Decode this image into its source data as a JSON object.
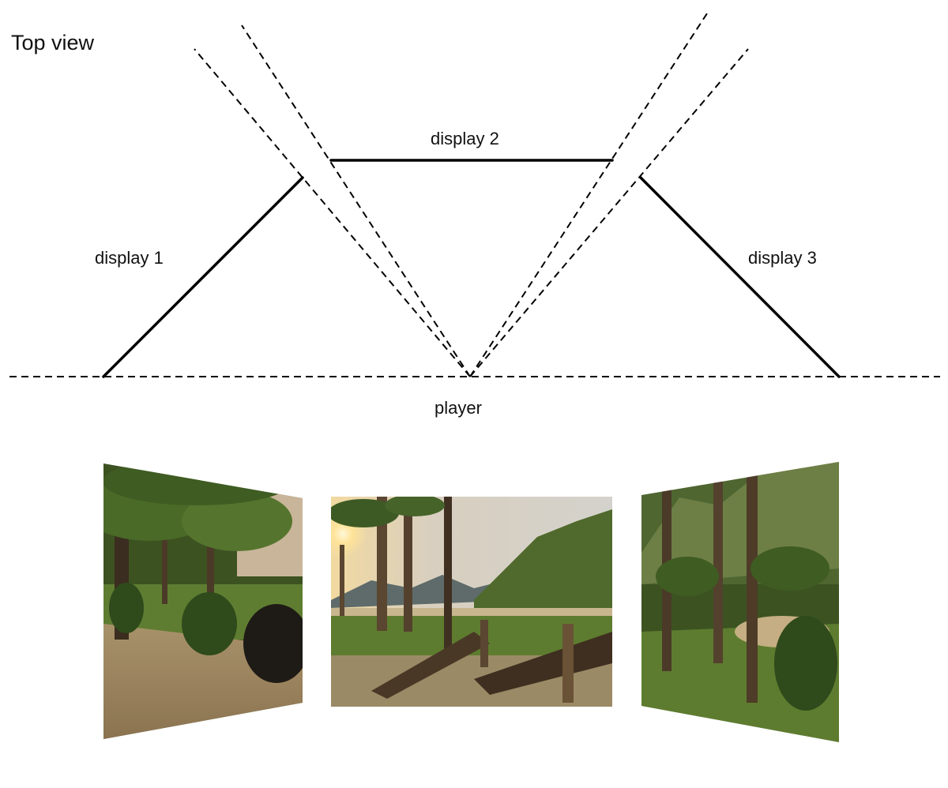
{
  "title": "Top view",
  "labels": {
    "display1": "display 1",
    "display2": "display 2",
    "display3": "display 3",
    "player": "player"
  },
  "colors": {
    "line": "#000000",
    "sky": "#d9d6cf",
    "sun": "#ffe9a8",
    "foliage": "#3f5a22",
    "grass": "#6b8a3a",
    "ground": "#9c8560",
    "trunk": "#4e3b28",
    "hill": "#556b2f"
  },
  "screenshots": [
    {
      "name": "display-1-screenshot",
      "scene": "jungle-path-with-rock"
    },
    {
      "name": "display-2-screenshot",
      "scene": "palm-beach-sunset-with-bridge"
    },
    {
      "name": "display-3-screenshot",
      "scene": "jungle-cliffs-with-palms"
    }
  ]
}
